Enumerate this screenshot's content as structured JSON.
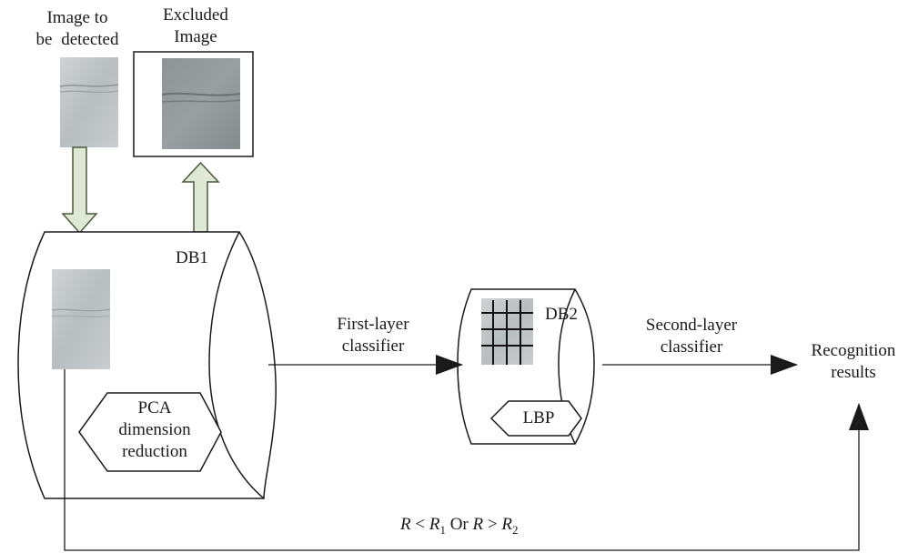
{
  "input_image_label": [
    "Image to",
    "be",
    "detected"
  ],
  "excluded_image_label": [
    "Excluded",
    "Image"
  ],
  "db1_label": "DB1",
  "pca_label": [
    "PCA",
    "dimension",
    "reduction"
  ],
  "first_classifier_label": [
    "First-layer",
    "classifier"
  ],
  "db2_label": "DB2",
  "lbp_label": "LBP",
  "second_classifier_label": [
    "Second-layer",
    "classifier"
  ],
  "recognition_label": [
    "Recognition",
    "results"
  ],
  "condition": {
    "var1": "R",
    "op1": "<",
    "sub1": "1",
    "or": "Or",
    "var2": "R",
    "op2": ">",
    "sub2": "2"
  },
  "colors": {
    "arrow_fill": "#dfe8d4",
    "arrow_stroke": "#4a5a3a",
    "line": "#1a1a1a",
    "vein_light": "#bcc1c4",
    "vein_dark": "#8d9294",
    "lbp_grid": "#111111"
  }
}
